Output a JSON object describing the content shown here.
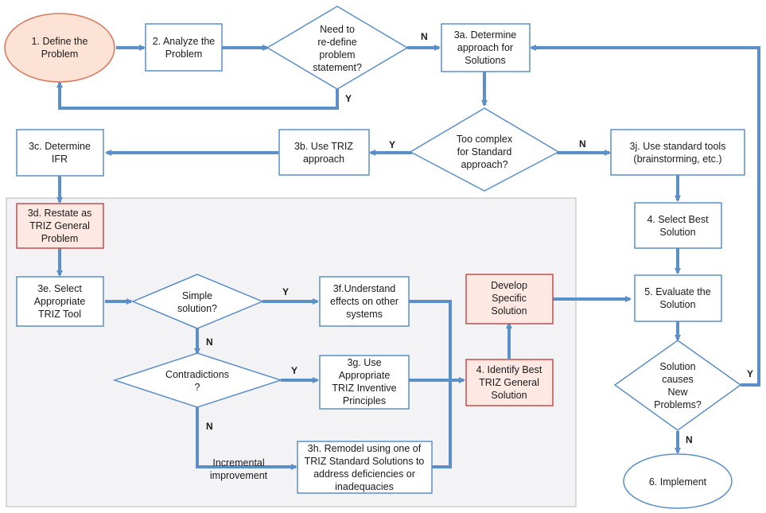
{
  "nodes": {
    "n1": [
      "1. Define the",
      "Problem"
    ],
    "n2": [
      "2. Analyze the",
      "Problem"
    ],
    "d_redefine": [
      "Need to",
      "re-define",
      "problem",
      "statement?"
    ],
    "n3a": [
      "3a. Determine",
      "approach for",
      "Solutions"
    ],
    "d_complex": [
      "Too complex",
      "for Standard",
      "approach?"
    ],
    "n3b": [
      "3b. Use TRIZ",
      "approach"
    ],
    "n3c": [
      "3c. Determine",
      "IFR"
    ],
    "n3j": [
      "3j. Use standard tools",
      "(brainstorming, etc.)"
    ],
    "n3d": [
      "3d. Restate as",
      "TRIZ General",
      "Problem"
    ],
    "n4sel": [
      "4. Select Best",
      "Solution"
    ],
    "n3e": [
      "3e. Select",
      "Appropriate",
      "TRIZ Tool"
    ],
    "d_simple": [
      "Simple",
      "solution?"
    ],
    "n3f": [
      "3f.Understand",
      "effects on other",
      "systems"
    ],
    "ndev": [
      "Develop",
      "Specific",
      "Solution"
    ],
    "n5": [
      "5. Evaluate  the",
      "Solution"
    ],
    "d_contra": [
      "Contradictions",
      "?"
    ],
    "n3g": [
      "3g. Use",
      "Appropriate",
      "TRIZ Inventive",
      "Principles"
    ],
    "n4id": [
      "4. Identify Best",
      "TRIZ General",
      "Solution"
    ],
    "d_newprob": [
      "Solution",
      "causes",
      "New",
      "Problems?"
    ],
    "n3h": [
      "3h. Remodel using one of",
      "TRIZ Standard Solutions to",
      "address deficiencies or",
      "inadequacies"
    ],
    "n6": [
      "6. Implement"
    ]
  },
  "edge_labels": {
    "redefine_no": "N",
    "redefine_yes": "Y",
    "complex_yes": "Y",
    "complex_no": "N",
    "simple_yes": "Y",
    "simple_no": "N",
    "contra_yes": "Y",
    "contra_no": "N",
    "incremental": [
      "Incremental",
      "improvement"
    ],
    "newprob_yes": "Y",
    "newprob_no": "N"
  },
  "colors": {
    "arrow": "#5a8fc8",
    "box_border": "#5a8fc8",
    "start_fill": "#fde3d6",
    "start_border": "#d9755a",
    "highlight_fill": "#fde8e4",
    "highlight_border": "#c0504d",
    "panel_fill": "#f3f3f5",
    "panel_border": "#b9b9bd"
  }
}
